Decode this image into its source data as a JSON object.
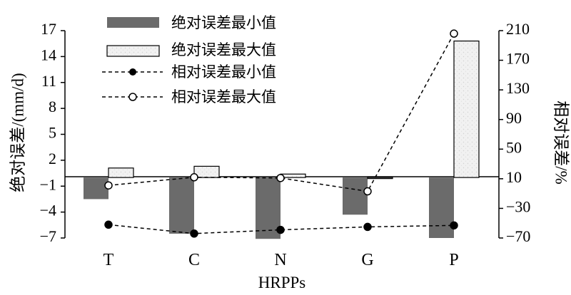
{
  "chart_data": {
    "type": "bar",
    "categories": [
      "T",
      "C",
      "N",
      "G",
      "P"
    ],
    "xlabel": "HRPPs",
    "ylabel": "绝对误差/(mm/d)",
    "y2label": "相对误差/%",
    "ylim": [
      -7,
      17
    ],
    "yticks": [
      -7,
      -4,
      -1,
      2,
      5,
      8,
      11,
      14,
      17
    ],
    "y2lim": [
      -70,
      210
    ],
    "y2ticks": [
      -70,
      -30,
      10,
      50,
      90,
      130,
      170,
      210
    ],
    "zero_line": true,
    "grid": false,
    "legend_position": "top-left",
    "series": [
      {
        "name": "绝对误差最小值",
        "type": "bar",
        "axis": "left",
        "color": "#6b6b6b",
        "values": [
          -2.5,
          -6.5,
          -7.1,
          -4.3,
          -7.0
        ]
      },
      {
        "name": "绝对误差最大值",
        "type": "bar",
        "axis": "left",
        "color": "#eeeeee",
        "values": [
          1.1,
          1.3,
          0.4,
          -0.1,
          15.8
        ]
      },
      {
        "name": "相对误差最小值",
        "type": "line",
        "axis": "right",
        "marker": "filled-circle",
        "values": [
          -52,
          -64,
          -59,
          -55,
          -53
        ]
      },
      {
        "name": "相对误差最大值",
        "type": "line",
        "axis": "right",
        "marker": "open-circle",
        "values": [
          1,
          12,
          11,
          -7,
          206
        ]
      }
    ]
  }
}
